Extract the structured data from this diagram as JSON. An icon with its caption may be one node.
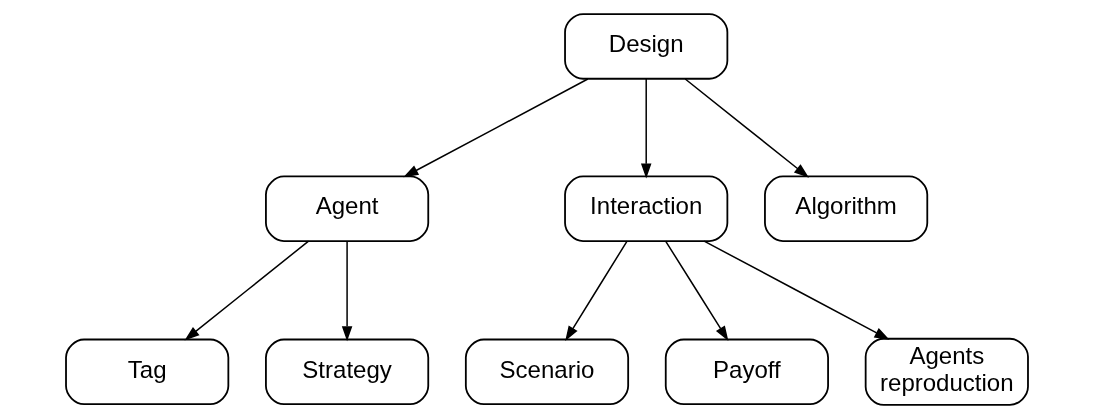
{
  "diagram": {
    "nodes": [
      {
        "text": [
          "Design"
        ]
      },
      {
        "text": [
          "Agent"
        ]
      },
      {
        "text": [
          "Interaction"
        ]
      },
      {
        "text": [
          "Algorithm"
        ]
      },
      {
        "text": [
          "Tag"
        ]
      },
      {
        "text": [
          "Strategy"
        ]
      },
      {
        "text": [
          "Scenario"
        ]
      },
      {
        "text": [
          "Payoff"
        ]
      },
      {
        "text": [
          "Agents reproduction"
        ]
      }
    ],
    "edges": [
      {
        "from": 0,
        "to": 1,
        "arrow": "to"
      },
      {
        "from": 0,
        "to": 2,
        "arrow": "to"
      },
      {
        "from": 0,
        "to": 3,
        "arrow": "to"
      },
      {
        "from": 1,
        "to": 4,
        "arrow": "to"
      },
      {
        "from": 1,
        "to": 5,
        "arrow": "to"
      },
      {
        "from": 2,
        "to": 6,
        "arrow": "to"
      },
      {
        "from": 2,
        "to": 7,
        "arrow": "to"
      },
      {
        "from": 2,
        "to": 8,
        "arrow": "to"
      }
    ]
  }
}
